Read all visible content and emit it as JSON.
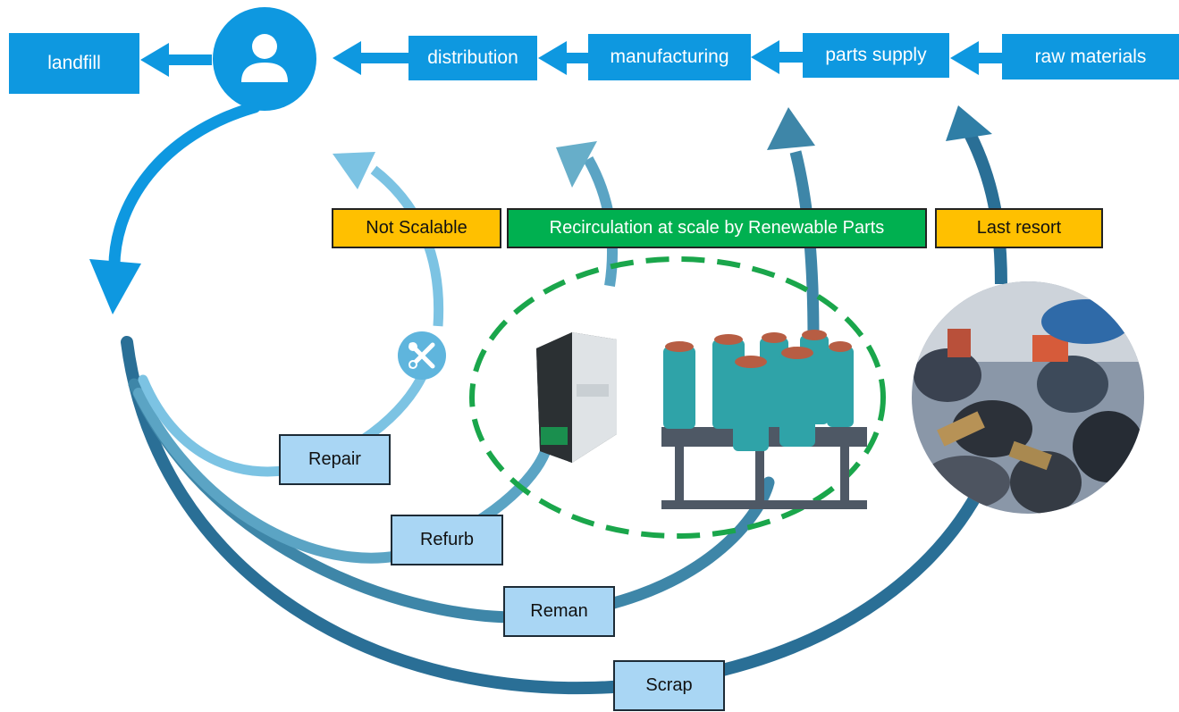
{
  "flow": {
    "raw_materials": "raw materials",
    "parts_supply": "parts supply",
    "manufacturing": "manufacturing",
    "distribution": "distribution",
    "landfill": "landfill"
  },
  "loops": {
    "repair": "Repair",
    "refurb": "Refurb",
    "reman": "Reman",
    "scrap": "Scrap"
  },
  "tags": {
    "not_scalable": "Not Scalable",
    "recirculation": "Recirculation at scale by Renewable Parts",
    "last_resort": "Last resort"
  },
  "icons": {
    "user": "user-icon",
    "repair_tools": "wrench-screwdriver-icon"
  },
  "colors": {
    "top_box": "#0e98e0",
    "label_box": "#a9d6f4",
    "tag_orange": "#ffc000",
    "tag_green": "#00b050",
    "repair_loop": "#7cc3e3",
    "refurb_loop": "#5ba4c4",
    "reman_loop": "#3e86a8",
    "scrap_loop": "#2a6f96",
    "dashed_ellipse": "#1aa64b"
  }
}
